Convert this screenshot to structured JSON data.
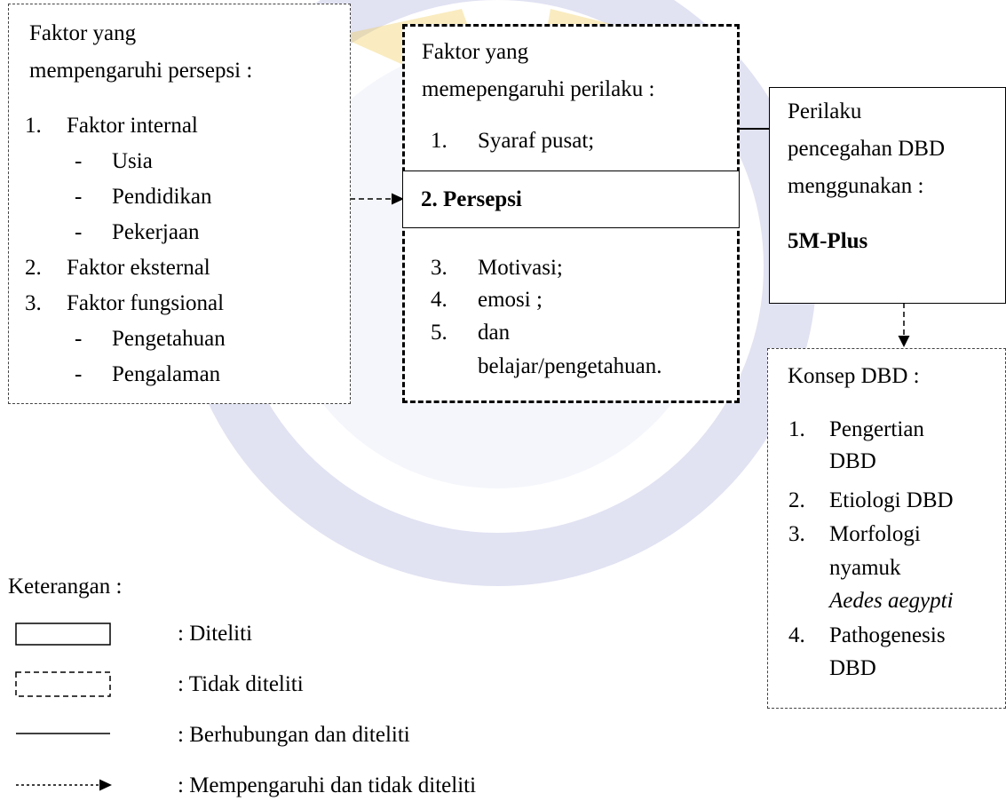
{
  "colors": {
    "watermark": "#c9cbe8",
    "watermark_accent": "#f0c94a",
    "line": "#000000"
  },
  "box_persepsi": {
    "title_line1": "Faktor yang",
    "title_line2": "mempengaruhi persepsi :",
    "item1_num": "1.",
    "item1": "Faktor internal",
    "sub1": "Usia",
    "sub2": "Pendidikan",
    "sub3": "Pekerjaan",
    "item2_num": "2.",
    "item2": "Faktor eksternal",
    "item3_num": "3.",
    "item3": "Faktor fungsional",
    "sub4": "Pengetahuan",
    "sub5": "Pengalaman",
    "dash": "-"
  },
  "box_perilaku": {
    "title_line1": "Faktor yang",
    "title_line2": "memepengaruhi perilaku :",
    "item1_num": "1.",
    "item1": "Syaraf pusat;",
    "item2": "2.  Persepsi",
    "item3_num": "3.",
    "item3": "Motivasi;",
    "item4_num": "4.",
    "item4": "emosi ;",
    "item5_num": "5.",
    "item5_line1": "dan",
    "item5_line2": "belajar/pengetahuan."
  },
  "box_pencegahan": {
    "line1": "Perilaku",
    "line2": "pencegahan DBD",
    "line3": "menggunakan :",
    "line4": "5M-Plus"
  },
  "box_konsep": {
    "title": "Konsep DBD :",
    "item1_num": "1.",
    "item1_line1": "Pengertian",
    "item1_line2": "DBD",
    "item2_num": "2.",
    "item2": "Etiologi DBD",
    "item3_num": "3.",
    "item3_line1": "Morfologi",
    "item3_line2": "nyamuk",
    "item3_line3": "Aedes aegypti",
    "item4_num": "4.",
    "item4_line1": "Pathogenesis",
    "item4_line2": "DBD"
  },
  "legend": {
    "title": "Keterangan :",
    "solid_box": ": Diteliti",
    "dashed_box": ": Tidak diteliti",
    "solid_line": ": Berhubungan dan diteliti",
    "dashed_arrow": ": Mempengaruhi dan tidak diteliti"
  }
}
